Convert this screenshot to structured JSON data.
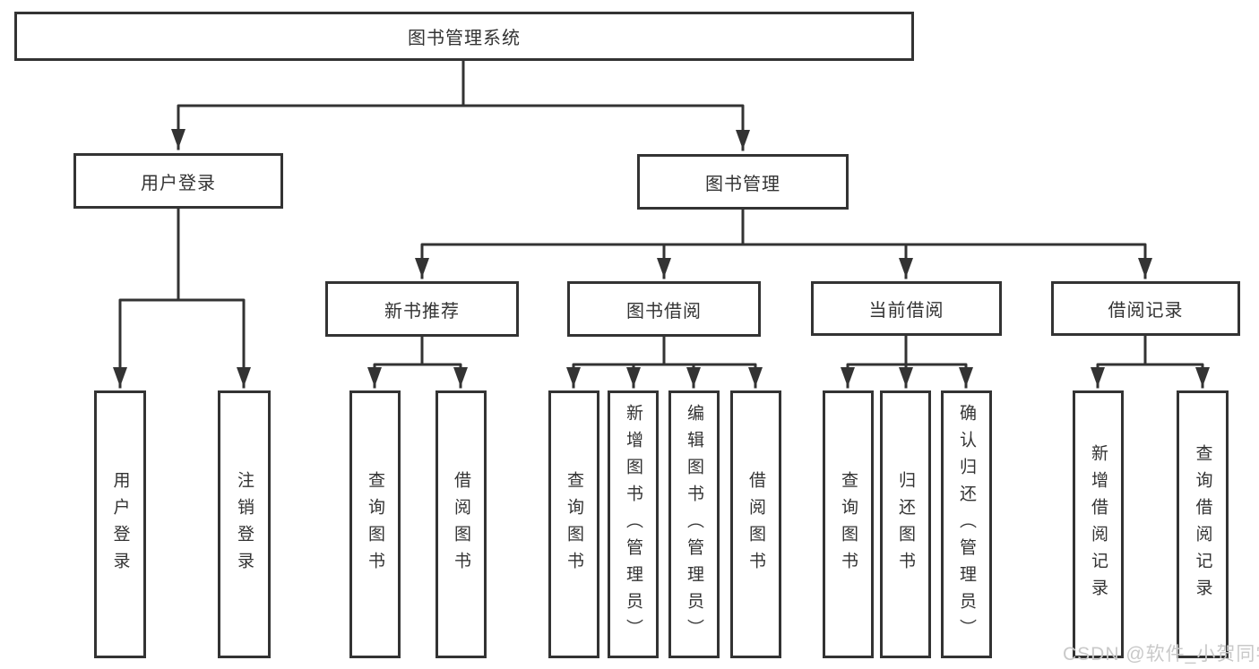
{
  "diagram": {
    "title": "图书管理系统",
    "watermark": "CSDN @软件_小贺同学",
    "colors": {
      "line": "#333333",
      "text": "#333333",
      "watermark": "#c9c9c9",
      "background": "#ffffff"
    },
    "nodes": {
      "root": "图书管理系统",
      "user_login": "用户登录",
      "book_mgmt": "图书管理",
      "new_book_rec": "新书推荐",
      "book_borrow": "图书借阅",
      "current_borrow": "当前借阅",
      "borrow_record": "借阅记录",
      "leaf_user_login": "用户登录",
      "leaf_logout": "注销登录",
      "leaf_query_book_rec": "查询图书",
      "leaf_borrow_book_rec": "借阅图书",
      "leaf_query_book_borrow": "查询图书",
      "leaf_add_book_admin": "新增图书（管理员）",
      "leaf_edit_book_admin": "编辑图书（管理员）",
      "leaf_borrow_book_borrow": "借阅图书",
      "leaf_query_book_current": "查询图书",
      "leaf_return_book": "归还图书",
      "leaf_confirm_return_admin": "确认归还（管理员）",
      "leaf_add_borrow_record": "新增借阅记录",
      "leaf_query_borrow_record": "查询借阅记录"
    }
  }
}
